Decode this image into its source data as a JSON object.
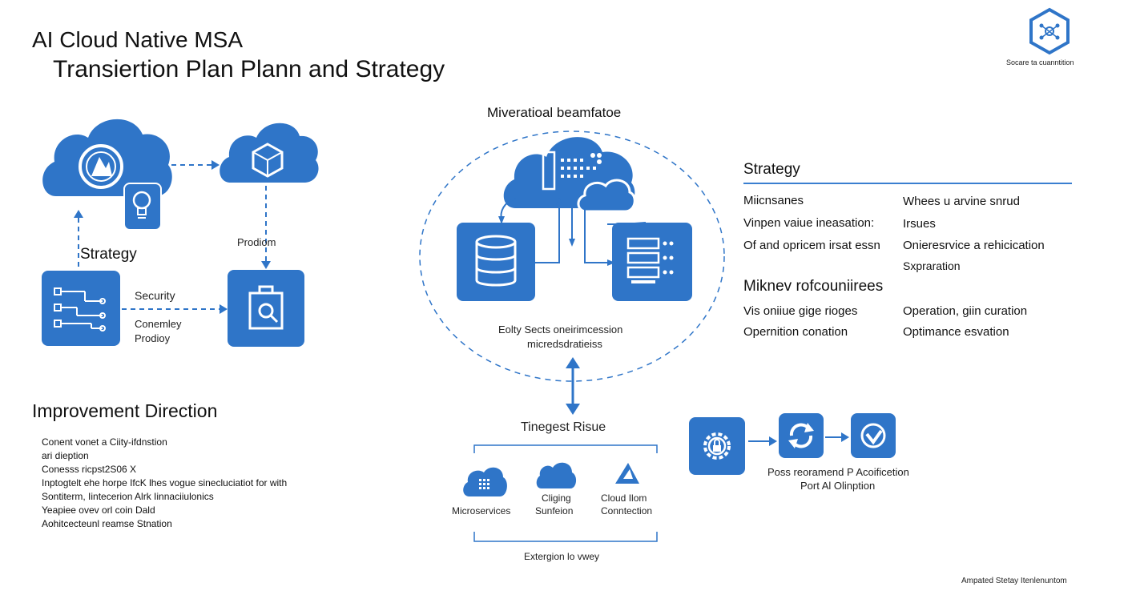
{
  "header": {
    "title_line1": "AI Cloud Native MSA",
    "title_line2": "Transiertion Plan Plann and Strategy"
  },
  "logo": {
    "caption": "Socare ta cuanntition"
  },
  "left_diagram": {
    "strategy_label": "Strategy",
    "problem_label": "Prodiom",
    "security_label": "Security",
    "conemey_label": "Conemley",
    "prodioy_label": "Prodioy"
  },
  "center_diagram": {
    "title": "Miveratioal beamfatoe",
    "caption_line1": "Eolty Sects oneirimcession",
    "caption_line2": "micredsdratieiss",
    "bottom_title": "Tinegest Risue",
    "bottom_items": [
      {
        "label": "Microservices",
        "icon": "grid-cloud-icon"
      },
      {
        "label_line1": "Cliging",
        "label_line2": "Sunfeion",
        "icon": "cloud-icon"
      },
      {
        "label_line1": "Cloud Ilom",
        "label_line2": "Conntection",
        "icon": "arrow-triangle-icon"
      }
    ],
    "bottom_footer": "Extergion lo vwey"
  },
  "strategy_panel": {
    "title": "Strategy",
    "rows": [
      {
        "left": "Miicnsanes",
        "right": "Whees u arvine snrud"
      },
      {
        "left": "Vinpen vaiue ineasation:",
        "right": "Irsues"
      },
      {
        "left": "Of and opricem irsat essn",
        "right": "Onieresrvice a rehicication"
      },
      {
        "left": "",
        "right": "Sxpraration"
      }
    ],
    "subtitle": "Miknev rofcouniirees",
    "rows2": [
      {
        "left": "Vis oniiue gige rioges",
        "right": "Operation, giin curation"
      },
      {
        "left": "Opernition conation",
        "right": "Optimance esvation"
      }
    ]
  },
  "improvement": {
    "title": "Improvement Direction",
    "items": [
      "Conent vonet a Ciity-ifdnstion",
      "ari dieption",
      "Conesss ricpst2S06 X",
      "Inptogtelt ehe horpe IfcK lhes vogue sinecluciatiot for with",
      "Sontiterm, Iintecerion Alrk Iinnaciiulonics",
      "Yeapiee ovev orl coin Dald",
      "Aohitcecteunl reamse Stnation"
    ]
  },
  "process": {
    "caption_line1": "Poss reoramend P Acoificetion",
    "caption_line2": "Port Al Olinption"
  },
  "footer": {
    "note": "Ampated Stetay Itenlenuntom"
  },
  "colors": {
    "accent": "#2f75c8",
    "text": "#111111",
    "divider": "#3a7fd0"
  }
}
